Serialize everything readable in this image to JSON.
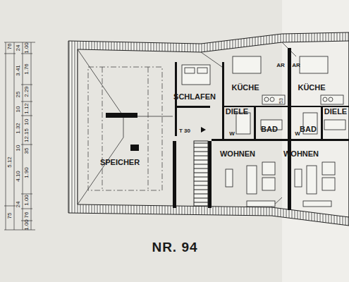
{
  "diagram": {
    "title": "NR. 94",
    "labels": [
      "SCHLAFEN",
      "KÜCHE",
      "KÜCHE",
      "DIELE",
      "DIELE",
      "BAD",
      "BAD",
      "WOHNEN",
      "WOHNEN",
      "SPEICHER",
      "T 30",
      "AR",
      "AR",
      "W",
      "W",
      "53",
      "76",
      "5.12",
      "75",
      "24",
      "3.41",
      "25",
      "10",
      "1.32",
      "10",
      "4.10",
      "24",
      "1.00",
      "1.76",
      "2.29",
      "1.12",
      "10",
      "12.15",
      "35",
      "1.90",
      "1.00",
      "76",
      "1.00"
    ]
  }
}
